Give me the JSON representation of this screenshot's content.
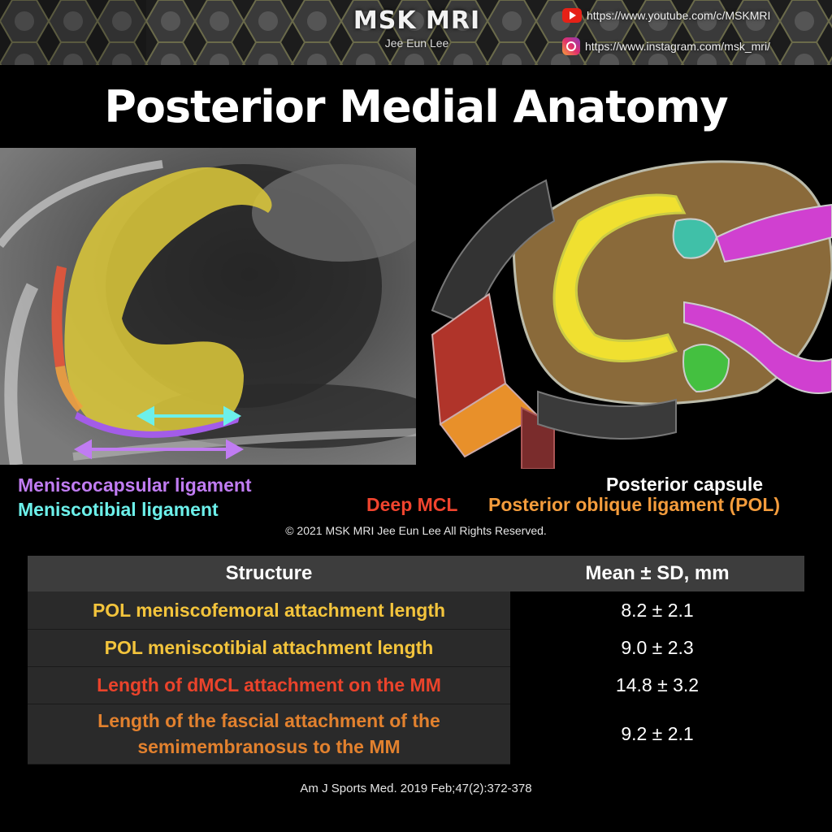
{
  "header": {
    "brand_title": "MSK MRI",
    "brand_subtitle": "Jee Eun Lee",
    "youtube_url": "https://www.youtube.com/c/MSKMRI",
    "instagram_url": "https://www.instagram.com/msk_mri/"
  },
  "title": "Posterior Medial Anatomy",
  "legend": {
    "meniscocapsular": "Meniscocapsular ligament",
    "meniscotibial": "Meniscotibial ligament",
    "posterior_capsule": "Posterior capsule",
    "deep_mcl": "Deep MCL",
    "pol": "Posterior oblique ligament (POL)"
  },
  "colors": {
    "meniscocapsular": "#c07cf2",
    "meniscotibial": "#6cf0ea",
    "deep_mcl": "#f0442e",
    "pol": "#f49c3c",
    "meniscus": "#f0dc3a"
  },
  "copyright": "© 2021 MSK MRI Jee Eun Lee All Rights Reserved.",
  "table": {
    "headers": [
      "Structure",
      "Mean ± SD, mm"
    ],
    "rows": [
      {
        "structure": "POL meniscofemoral attachment length",
        "value": "8.2 ± 2.1"
      },
      {
        "structure": "POL meniscotibial attachment length",
        "value": "9.0 ± 2.3"
      },
      {
        "structure": "Length of dMCL attachment on the MM",
        "value": "14.8 ± 3.2"
      },
      {
        "structure": "Length of the fascial attachment of the semimembranosus to the MM",
        "value": "9.2 ± 2.1"
      }
    ]
  },
  "citation": "Am J Sports Med. 2019 Feb;47(2):372-378"
}
